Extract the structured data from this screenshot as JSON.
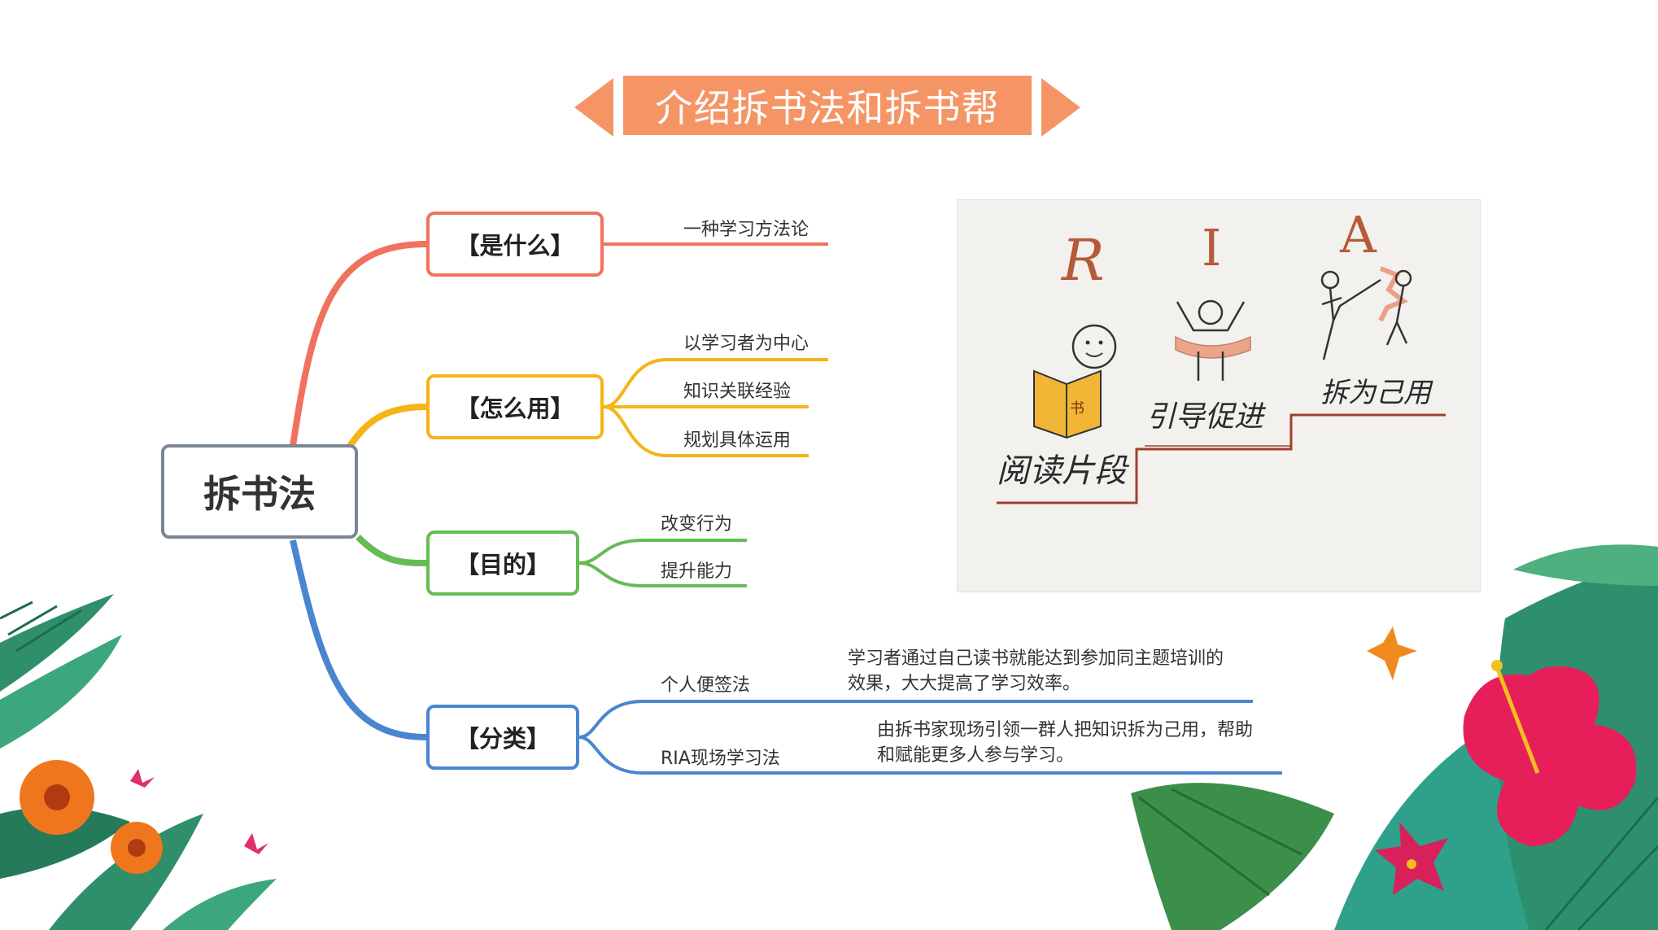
{
  "title": "介绍拆书法和拆书帮",
  "colors": {
    "accent": "#F59566",
    "root_border": "#7B8594",
    "branch_what": "#F0725E",
    "branch_how": "#F5B417",
    "branch_goal": "#66BB55",
    "branch_type": "#4A86D0"
  },
  "mindmap": {
    "root": "拆书法",
    "branches": [
      {
        "label": "【是什么】",
        "leaves": [
          "一种学习方法论"
        ]
      },
      {
        "label": "【怎么用】",
        "leaves": [
          "以学习者为中心",
          "知识关联经验",
          "规划具体运用"
        ]
      },
      {
        "label": "【目的】",
        "leaves": [
          "改变行为",
          "提升能力"
        ]
      },
      {
        "label": "【分类】",
        "leaves": [
          {
            "name": "个人便签法",
            "desc": [
              "学习者通过自己读书就能达到参加同主题培训的",
              "效果，大大提高了学习效率。"
            ]
          },
          {
            "name": "RIA现场学习法",
            "desc": [
              "由拆书家现场引领一群人把知识拆为己用，帮助",
              "和赋能更多人参与学习。"
            ]
          }
        ]
      }
    ]
  },
  "ria_image": {
    "letters": [
      "R",
      "I",
      "A"
    ],
    "steps": [
      "阅读片段",
      "引导促进",
      "拆为己用"
    ],
    "book_text": "书"
  }
}
